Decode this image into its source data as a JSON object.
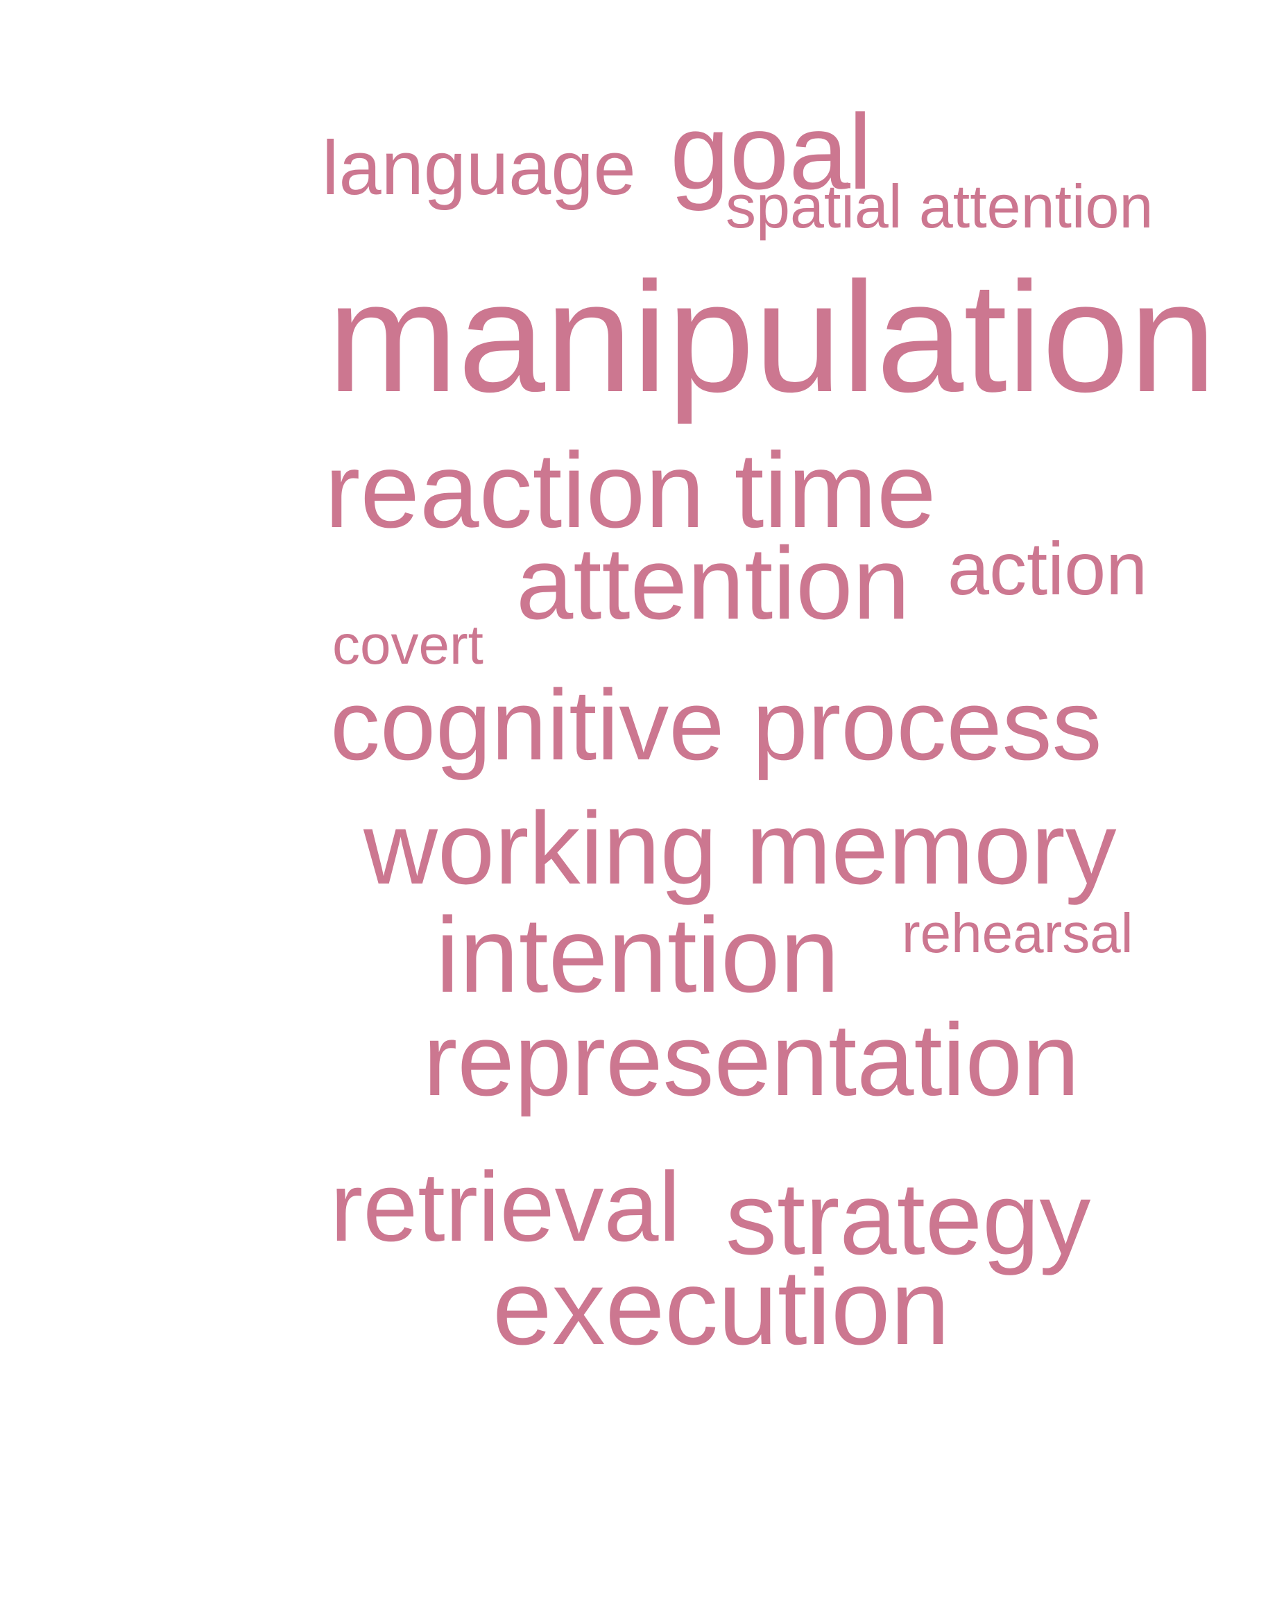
{
  "word_color": "#cc7790",
  "background_color": "#ffffff",
  "words": [
    {
      "id": "language",
      "text": "language"
    },
    {
      "id": "goal",
      "text": "goal"
    },
    {
      "id": "spatial-attention",
      "text": "spatial attention"
    },
    {
      "id": "manipulation",
      "text": "manipulation"
    },
    {
      "id": "reaction-time",
      "text": "reaction time"
    },
    {
      "id": "attention",
      "text": "attention"
    },
    {
      "id": "action",
      "text": "action"
    },
    {
      "id": "covert",
      "text": "covert"
    },
    {
      "id": "cognitive-process",
      "text": "cognitive process"
    },
    {
      "id": "working-memory",
      "text": "working memory"
    },
    {
      "id": "intention",
      "text": "intention"
    },
    {
      "id": "rehearsal",
      "text": "rehearsal"
    },
    {
      "id": "representation",
      "text": "representation"
    },
    {
      "id": "retrieval",
      "text": "retrieval"
    },
    {
      "id": "strategy",
      "text": "strategy"
    },
    {
      "id": "execution",
      "text": "execution"
    }
  ]
}
